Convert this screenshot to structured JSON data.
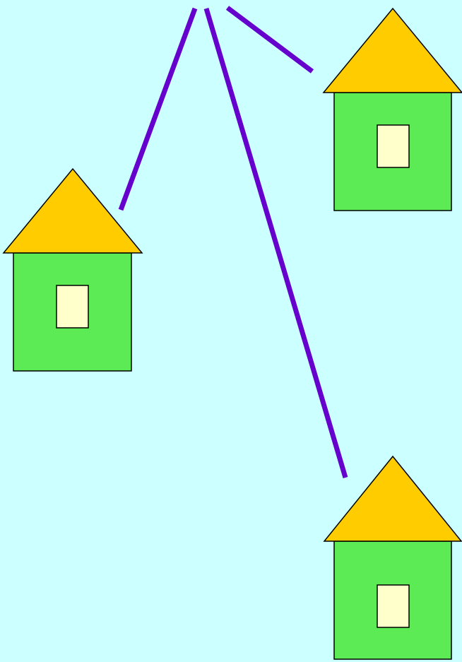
{
  "colors": {
    "background": "#CCFFFF",
    "roof": "#FFCC00",
    "wall": "#5CEB55",
    "window": "#FFFFCC",
    "outline": "#000000",
    "path": "#6600CC"
  },
  "houses": [
    {
      "name": "house-top-right",
      "roof_icon": "triangle-roof",
      "wall_icon": "square-wall",
      "window_icon": "rectangle-window"
    },
    {
      "name": "house-left",
      "roof_icon": "triangle-roof",
      "wall_icon": "square-wall",
      "window_icon": "rectangle-window"
    },
    {
      "name": "house-bottom-right",
      "roof_icon": "triangle-roof",
      "wall_icon": "square-wall",
      "window_icon": "rectangle-window"
    }
  ],
  "paths": [
    {
      "name": "path-to-left-house"
    },
    {
      "name": "path-to-bottom-right-house"
    },
    {
      "name": "path-to-top-right-house"
    }
  ]
}
